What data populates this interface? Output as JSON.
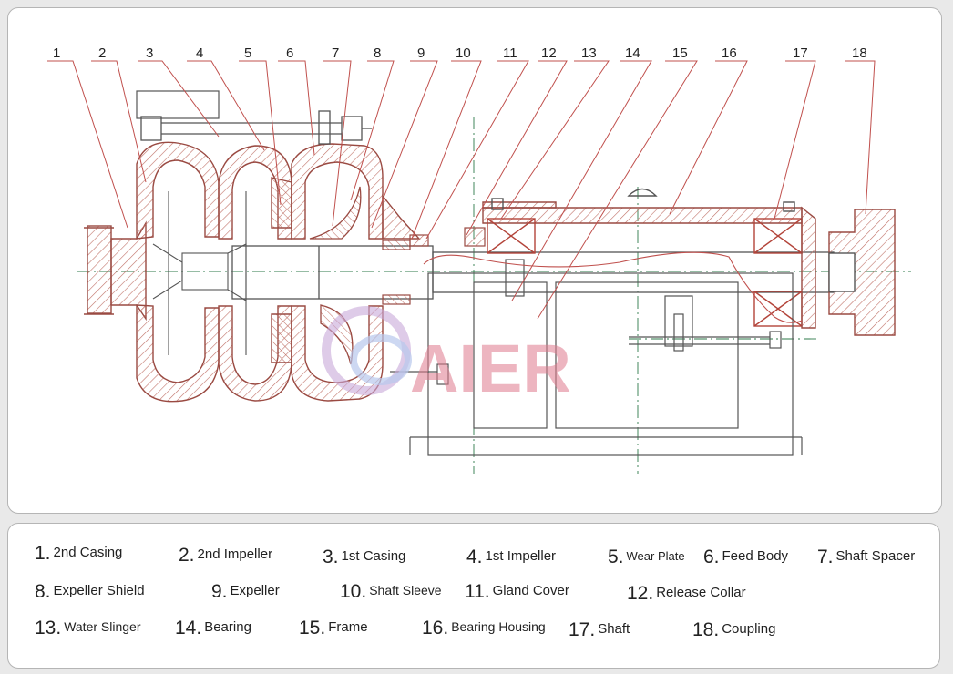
{
  "watermark": "AIER",
  "callouts": [
    "1",
    "2",
    "3",
    "4",
    "5",
    "6",
    "7",
    "8",
    "9",
    "10",
    "11",
    "12",
    "13",
    "14",
    "15",
    "16",
    "17",
    "18"
  ],
  "legend": [
    {
      "num": "1.",
      "label": "2nd Casing"
    },
    {
      "num": "2.",
      "label": "2nd Impeller"
    },
    {
      "num": "3.",
      "label": "1st Casing"
    },
    {
      "num": "4.",
      "label": "1st Impeller"
    },
    {
      "num": "5.",
      "label": "Wear Plate"
    },
    {
      "num": "6.",
      "label": "Feed Body"
    },
    {
      "num": "7.",
      "label": "Shaft Spacer"
    },
    {
      "num": "8.",
      "label": "Expeller Shield"
    },
    {
      "num": "9.",
      "label": "Expeller"
    },
    {
      "num": "10.",
      "label": "Shaft Sleeve"
    },
    {
      "num": "11.",
      "label": "Gland Cover"
    },
    {
      "num": "12.",
      "label": "Release Collar"
    },
    {
      "num": "13.",
      "label": "Water Slinger"
    },
    {
      "num": "14.",
      "label": "Bearing"
    },
    {
      "num": "15.",
      "label": "Frame"
    },
    {
      "num": "16.",
      "label": "Bearing Housing"
    },
    {
      "num": "17.",
      "label": "Shaft"
    },
    {
      "num": "18.",
      "label": "Coupling"
    }
  ],
  "colors": {
    "section_line": "#b8574e",
    "outline": "#555555",
    "centerline": "#2e7a4a",
    "watermark": "#e07a8e"
  }
}
